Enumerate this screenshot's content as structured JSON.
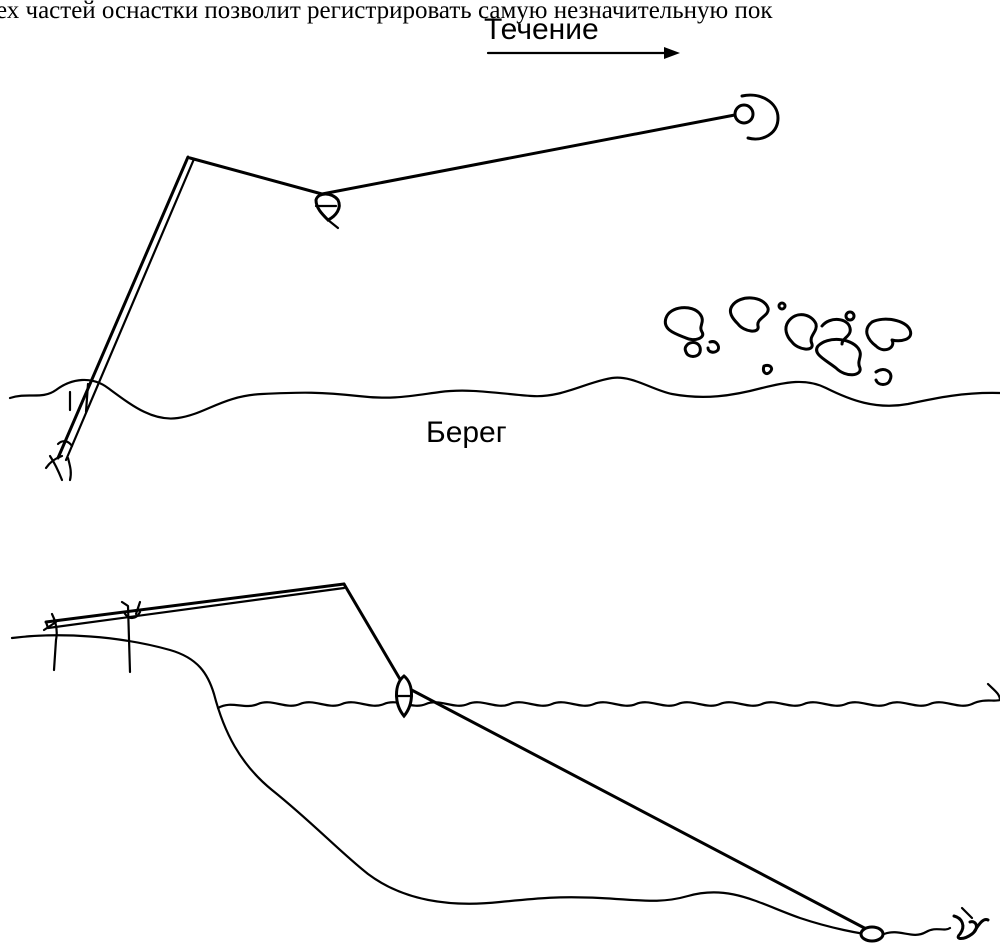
{
  "caption": "ех частей оснастки позволит регистрировать самую незначительную пок",
  "current_label": "Течение",
  "shore_label": "Берег",
  "colors": {
    "ink": "#000000",
    "background": "#ffffff"
  },
  "icons": [
    "arrow-right-icon",
    "float-icon",
    "sinker-icon",
    "rod-rest-icon",
    "stones-icon",
    "weed-icon"
  ]
}
